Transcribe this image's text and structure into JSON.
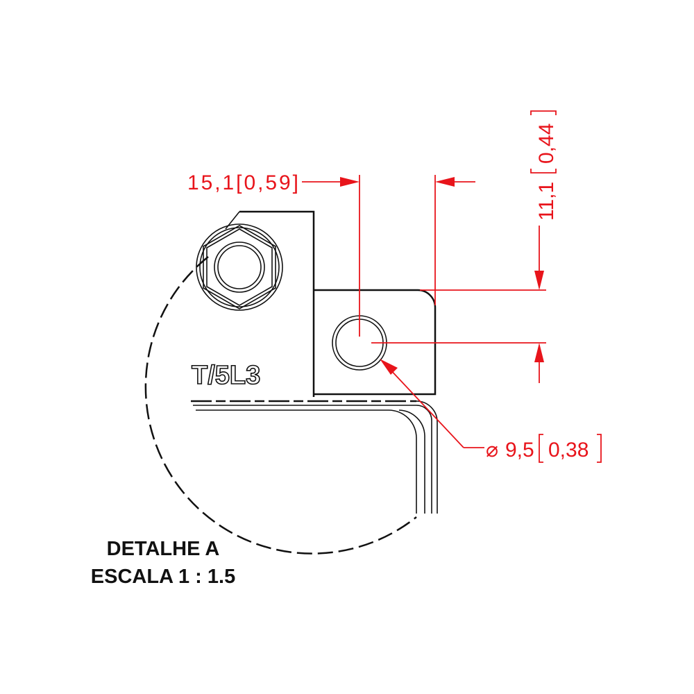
{
  "drawing": {
    "part_marking": "T/5L3",
    "dimensions": {
      "horizontal": "15,1[0,59]",
      "horizontal_value": "15,1",
      "horizontal_inch": "0,59",
      "vertical_value": "11,1",
      "vertical_inch": "0,44",
      "diameter_symbol": "⌀",
      "diameter_value": "9,5",
      "diameter_inch": "0,38"
    },
    "caption": {
      "title": "DETALHE A",
      "scale": "ESCALA 1 : 1.5"
    },
    "colors": {
      "dimension": "#e8141b",
      "outline": "#111111"
    }
  }
}
